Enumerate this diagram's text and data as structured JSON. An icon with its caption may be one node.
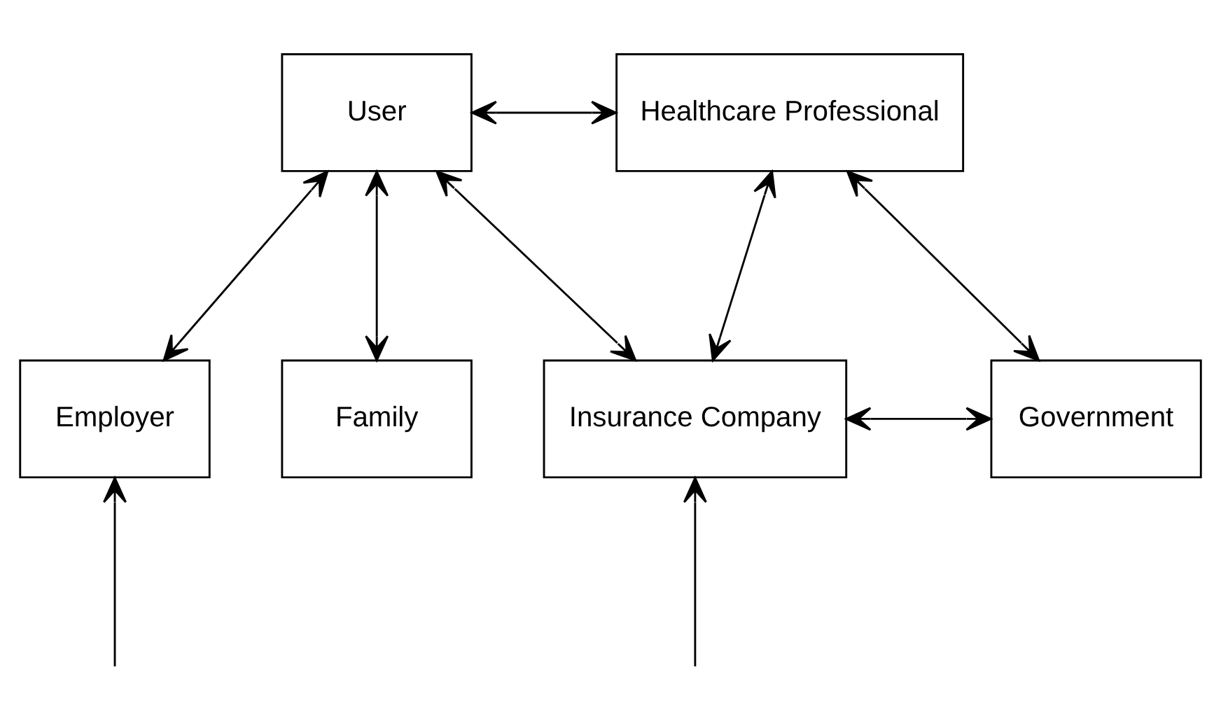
{
  "diagram": {
    "nodes": [
      {
        "text": [
          "User"
        ]
      },
      {
        "text": [
          "Healthcare Professional"
        ]
      },
      {
        "text": [
          "Employer"
        ]
      },
      {
        "text": [
          "Family"
        ]
      },
      {
        "text": [
          "Insurance Company"
        ]
      },
      {
        "text": [
          "Government"
        ]
      }
    ],
    "edges": [
      {
        "from": 0,
        "to": 1,
        "arrow": "both"
      },
      {
        "from": 0,
        "to": 2,
        "arrow": "both"
      },
      {
        "from": 0,
        "to": 3,
        "arrow": "both"
      },
      {
        "from": 0,
        "to": 4,
        "arrow": "both"
      },
      {
        "from": 1,
        "to": 4,
        "arrow": "both"
      },
      {
        "from": 1,
        "to": 5,
        "arrow": "both"
      },
      {
        "from": 4,
        "to": 5,
        "arrow": "both"
      },
      {
        "from": null,
        "to": 2,
        "arrow": "to"
      },
      {
        "from": null,
        "to": 4,
        "arrow": "to"
      }
    ]
  }
}
